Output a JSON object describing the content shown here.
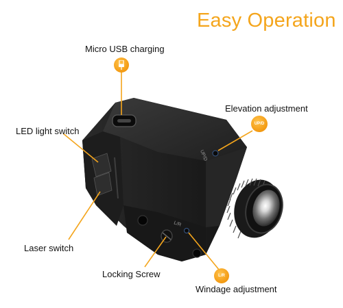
{
  "title": "Easy Operation",
  "accent_color": "#f4a51c",
  "callouts": {
    "usb": {
      "label": "Micro USB charging",
      "icon": "usb-plug-icon"
    },
    "elevation": {
      "label": "Elevation adjustment",
      "badge": "UP/D"
    },
    "led": {
      "label": "LED light switch"
    },
    "laser": {
      "label": "Laser switch"
    },
    "locking": {
      "label": "Locking Screw"
    },
    "windage": {
      "label": "Windage adjustment",
      "badge": "L/R"
    }
  },
  "device_markings": {
    "updown": "UP/D",
    "leftright": "L/R"
  }
}
